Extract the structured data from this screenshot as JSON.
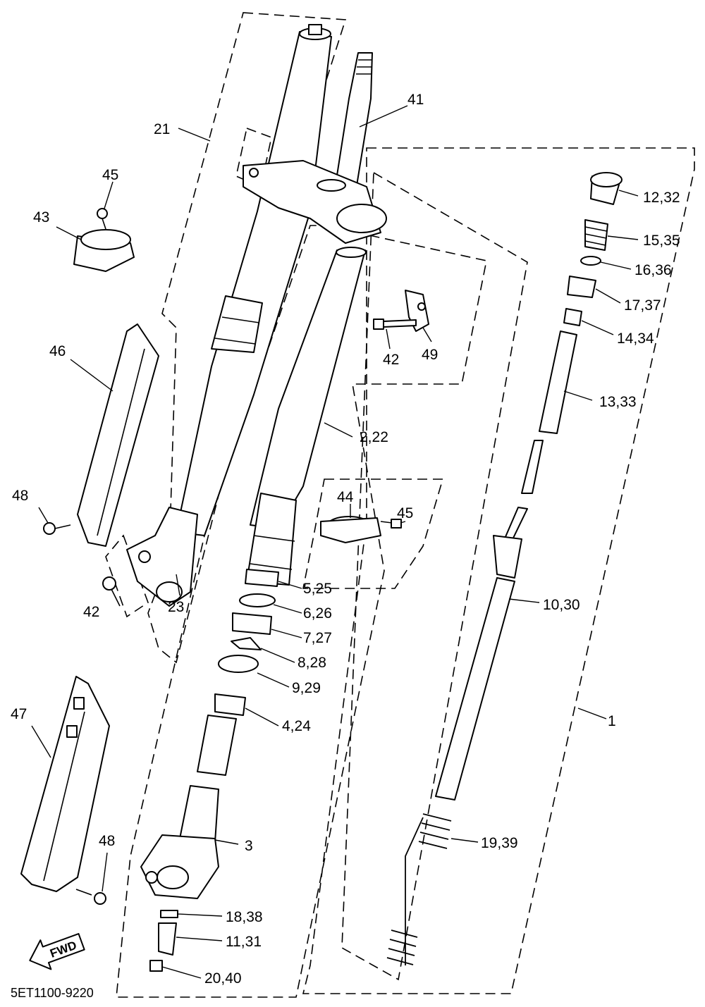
{
  "diagram_code": "5ET1100-9220",
  "fwd_label": "FWD",
  "callouts": [
    "1",
    "2,22",
    "3",
    "4,24",
    "5,25",
    "6,26",
    "7,27",
    "8,28",
    "9,29",
    "10,30",
    "11,31",
    "12,32",
    "13,33",
    "14,34",
    "15,35",
    "16,36",
    "17,37",
    "18,38",
    "19,39",
    "20,40",
    "21",
    "23",
    "41",
    "42",
    "42",
    "43",
    "44",
    "45",
    "45",
    "46",
    "47",
    "48",
    "48",
    "49"
  ]
}
